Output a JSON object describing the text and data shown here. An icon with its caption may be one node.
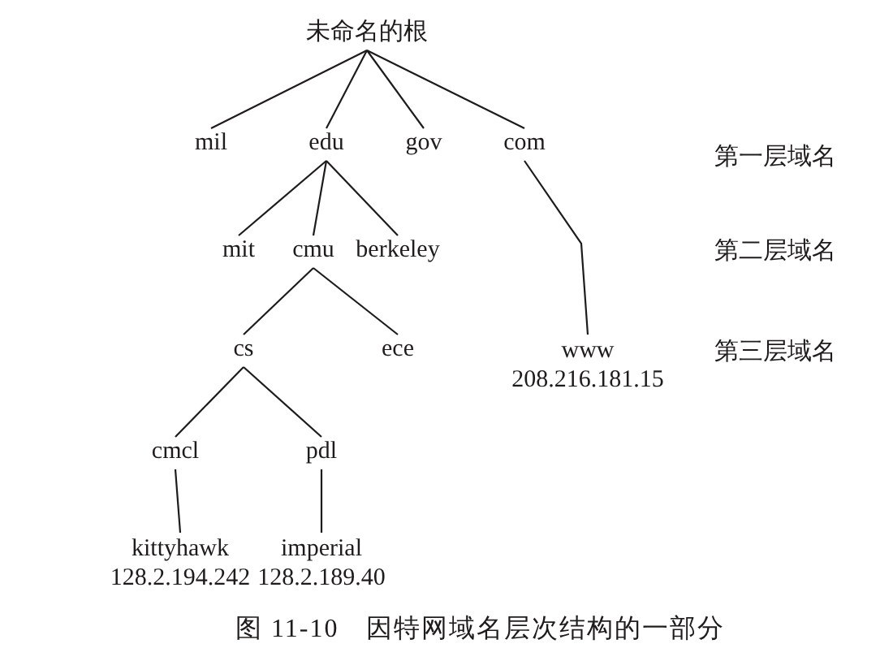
{
  "diagram": {
    "caption": "图 11-10　因特网域名层次结构的一部分",
    "nodes": [
      {
        "text": [
          "未命名的根"
        ]
      },
      {
        "text": [
          "mil"
        ]
      },
      {
        "text": [
          "edu"
        ]
      },
      {
        "text": [
          "gov"
        ]
      },
      {
        "text": [
          "com"
        ]
      },
      {
        "text": [
          "mit"
        ]
      },
      {
        "text": [
          "cmu"
        ]
      },
      {
        "text": [
          "berkeley"
        ]
      },
      {
        "text": [
          "cs"
        ]
      },
      {
        "text": [
          "ece"
        ]
      },
      {
        "text": [
          "www",
          "208.216.181.15"
        ]
      },
      {
        "text": [
          "cmcl"
        ]
      },
      {
        "text": [
          "pdl"
        ]
      },
      {
        "text": [
          "kittyhawk",
          "128.2.194.242"
        ]
      },
      {
        "text": [
          "imperial",
          "128.2.189.40"
        ]
      }
    ],
    "edges": [
      {
        "from": 0,
        "to": 1,
        "arrow": "none"
      },
      {
        "from": 0,
        "to": 2,
        "arrow": "none"
      },
      {
        "from": 0,
        "to": 3,
        "arrow": "none"
      },
      {
        "from": 0,
        "to": 4,
        "arrow": "none"
      },
      {
        "from": 2,
        "to": 5,
        "arrow": "none"
      },
      {
        "from": 2,
        "to": 6,
        "arrow": "none"
      },
      {
        "from": 2,
        "to": 7,
        "arrow": "none"
      },
      {
        "from": 4,
        "to": 10,
        "arrow": "none"
      },
      {
        "from": 6,
        "to": 8,
        "arrow": "none"
      },
      {
        "from": 6,
        "to": 9,
        "arrow": "none"
      },
      {
        "from": 8,
        "to": 11,
        "arrow": "none"
      },
      {
        "from": 8,
        "to": 12,
        "arrow": "none"
      },
      {
        "from": 11,
        "to": 13,
        "arrow": "none"
      },
      {
        "from": 12,
        "to": 14,
        "arrow": "none"
      }
    ],
    "labels": [
      "第一层域名",
      "第二层域名",
      "第三层域名"
    ]
  }
}
